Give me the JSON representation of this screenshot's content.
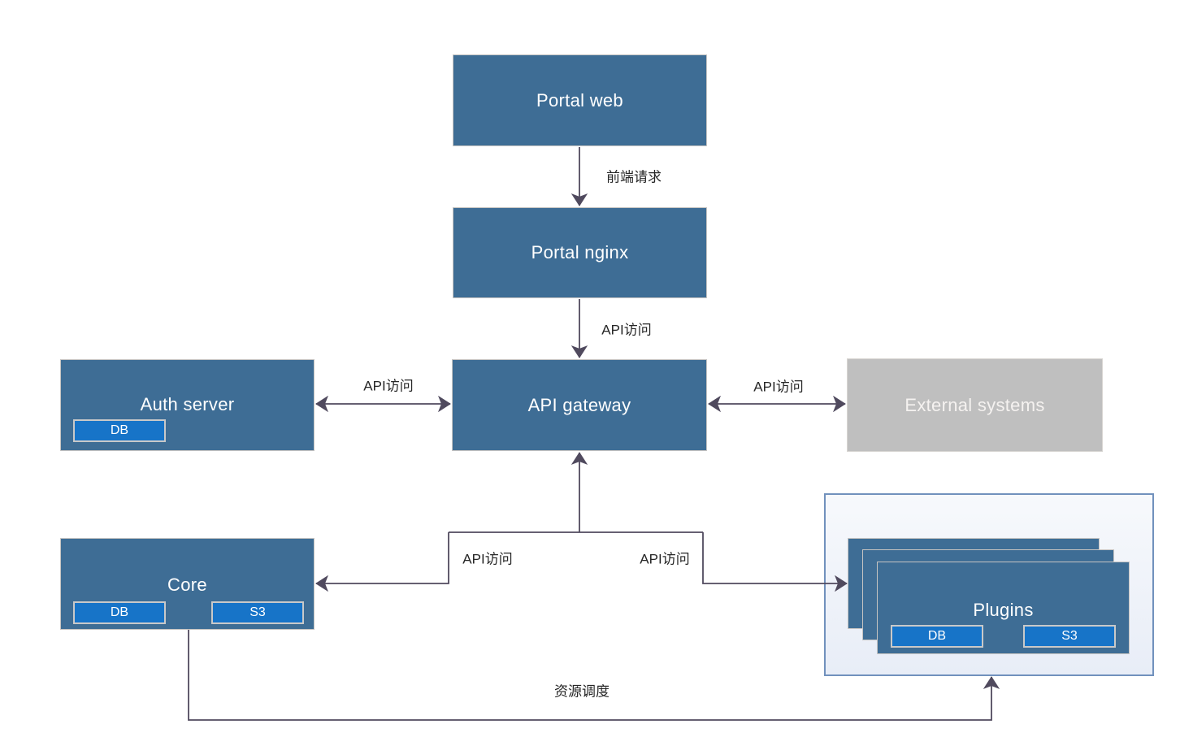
{
  "diagram": {
    "nodes": {
      "portal_web": {
        "label": "Portal web"
      },
      "portal_nginx": {
        "label": "Portal nginx"
      },
      "api_gateway": {
        "label": "API gateway"
      },
      "auth_server": {
        "label": "Auth server",
        "children": [
          {
            "label": "DB"
          }
        ]
      },
      "external_systems": {
        "label": "External systems"
      },
      "core": {
        "label": "Core",
        "children": [
          {
            "label": "DB"
          },
          {
            "label": "S3"
          }
        ]
      },
      "plugins": {
        "label": "Plugins",
        "stack_count": 3,
        "children": [
          {
            "label": "DB"
          },
          {
            "label": "S3"
          }
        ]
      }
    },
    "edges": [
      {
        "from": "portal_web",
        "to": "portal_nginx",
        "label": "前端请求",
        "direction": "one-way"
      },
      {
        "from": "portal_nginx",
        "to": "api_gateway",
        "label": "API访问",
        "direction": "one-way"
      },
      {
        "from": "auth_server",
        "to": "api_gateway",
        "label": "API访问",
        "direction": "two-way"
      },
      {
        "from": "api_gateway",
        "to": "external_systems",
        "label": "API访问",
        "direction": "two-way"
      },
      {
        "from": "api_gateway",
        "to": "core",
        "label": "API访问",
        "direction": "one-way"
      },
      {
        "from": "api_gateway",
        "to": "plugins",
        "label": "API访问",
        "direction": "one-way"
      },
      {
        "from": "core",
        "to": "plugins",
        "label": "资源调度",
        "direction": "one-way"
      }
    ],
    "colors": {
      "node_fill": "#3e6d95",
      "subnode_fill": "#1774c8",
      "external_fill": "#bfbfbf",
      "connector": "#504a5e",
      "plugins_container_border": "#7191bd",
      "plugins_container_fill_top": "#f7f9fc",
      "plugins_container_fill_bottom": "#e8edf7",
      "node_text": "#ffffff",
      "edge_label_text": "#262626"
    }
  }
}
